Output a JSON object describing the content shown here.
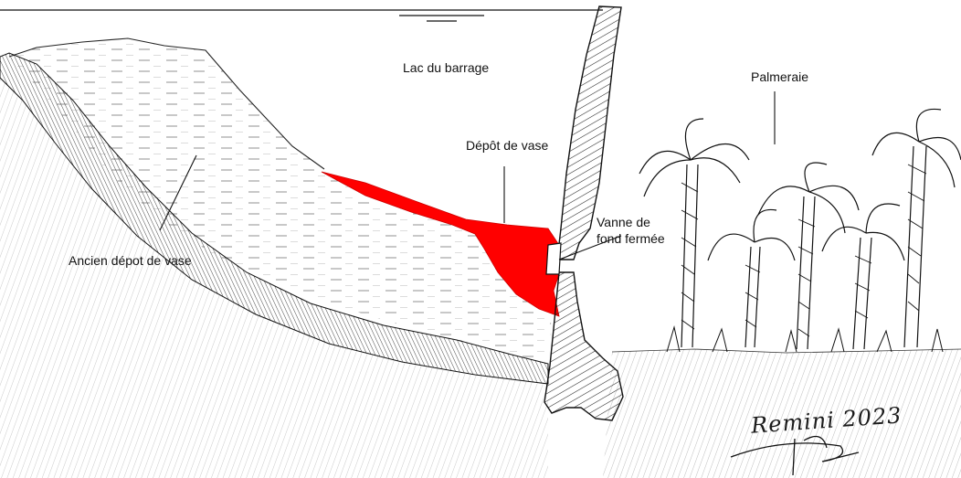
{
  "labels": {
    "lake": "Lac du barrage",
    "palm_grove": "Palmeraie",
    "sediment_deposit": "Dépôt de vase",
    "bottom_valve": "Vanne de\nfond fermée",
    "old_deposit": "Ancien dépot de vase"
  },
  "signature": {
    "text": "Remini 2023"
  },
  "colors": {
    "sediment": "#ff0000",
    "ink": "#1a1a1a",
    "background": "#ffffff"
  }
}
